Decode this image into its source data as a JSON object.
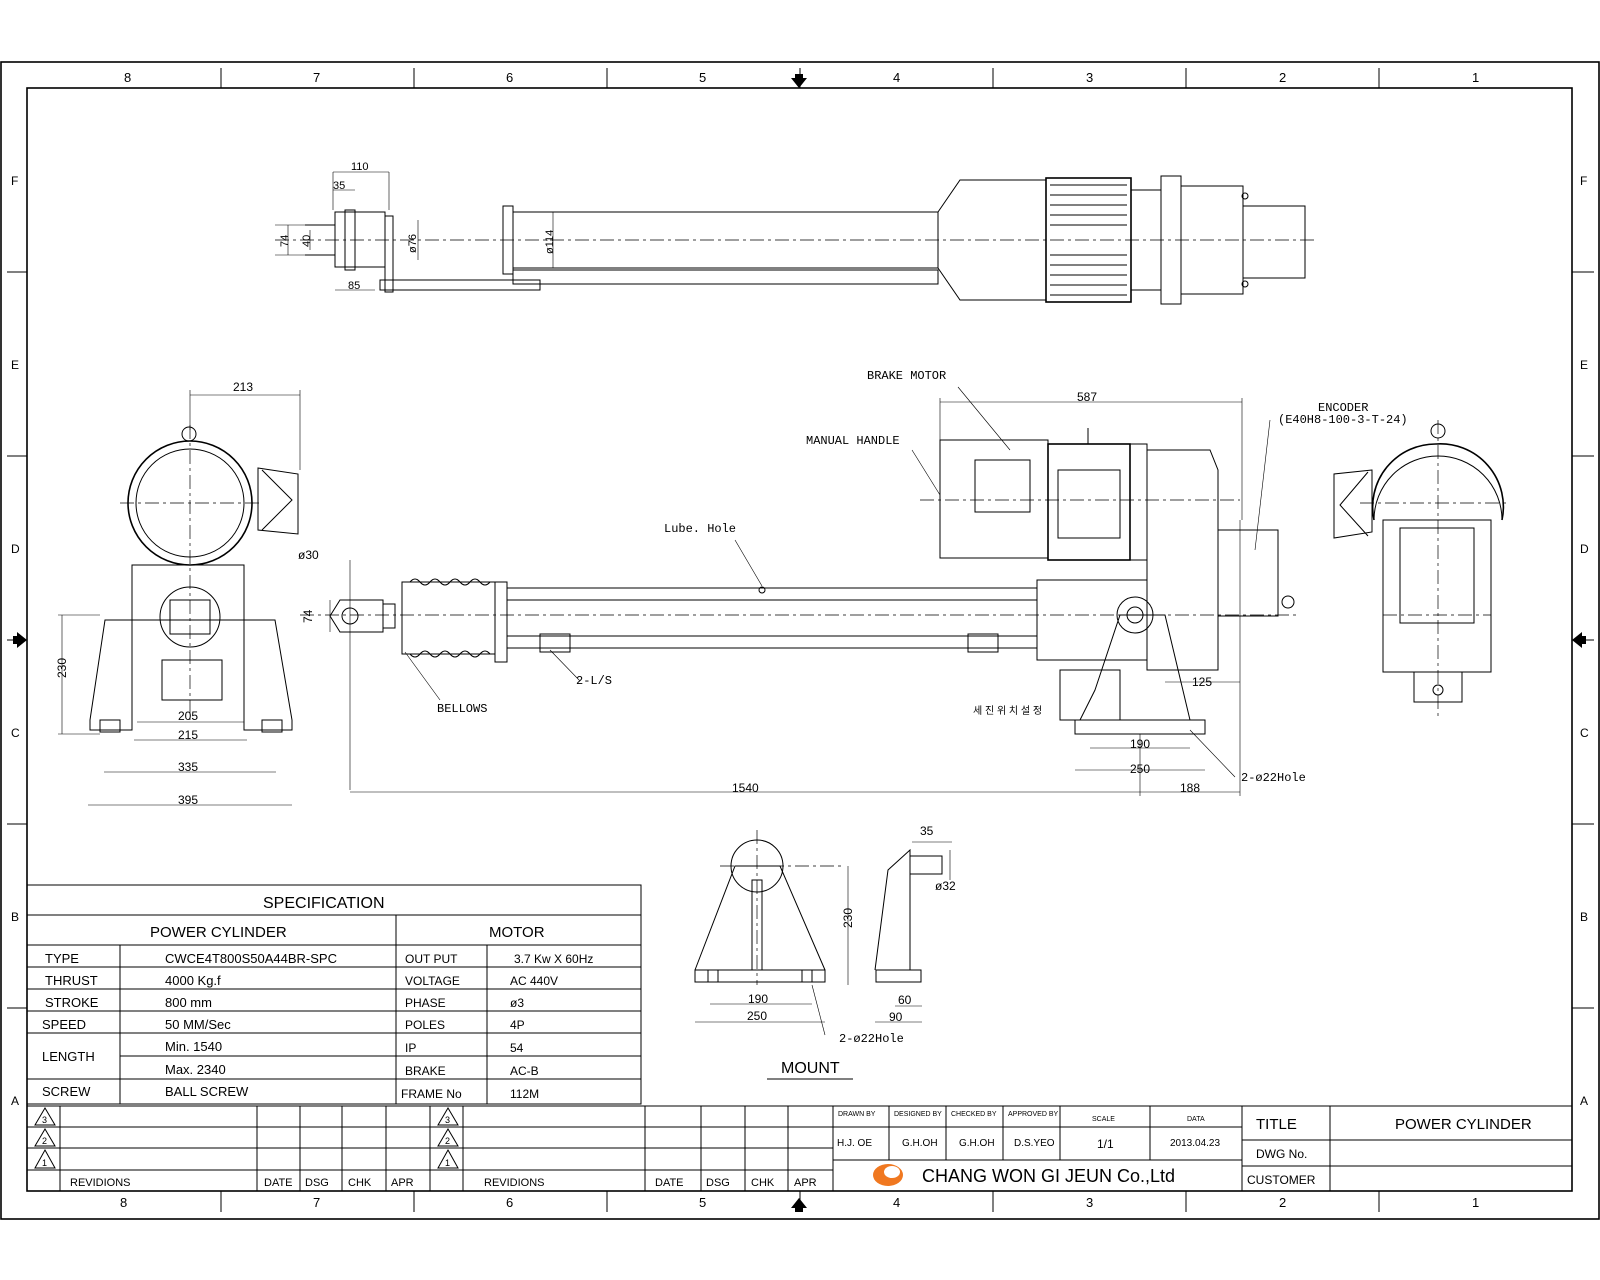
{
  "frame": {
    "columns": [
      "8",
      "7",
      "6",
      "5",
      "4",
      "3",
      "2",
      "1"
    ],
    "rows": [
      "F",
      "E",
      "D",
      "C",
      "B",
      "A"
    ]
  },
  "top_view": {
    "dims": [
      "110",
      "35",
      "74",
      "40",
      "85",
      "ø76",
      "ø114"
    ]
  },
  "front_view": {
    "callouts": {
      "brake_motor": "BRAKE MOTOR",
      "manual_handle": "MANUAL HANDLE",
      "encoder": "ENCODER",
      "encoder_model": "(E40H8-100-3-T-24)",
      "lube_hole": "Lube. Hole",
      "limit_switch": "2-L/S",
      "bellows": "BELLOWS",
      "mount_hole": "2-ø22Hole",
      "korean_note": "세 진 위 치 설 정"
    },
    "dims": {
      "d587": "587",
      "d30": "ø30",
      "d74": "74",
      "d125": "125",
      "d190": "190",
      "d250": "250",
      "d1540": "1540",
      "d188": "188"
    }
  },
  "left_view": {
    "dims": {
      "d213": "213",
      "d230": "230",
      "d205": "205",
      "d215": "215",
      "d335": "335",
      "d395": "395"
    }
  },
  "mount_view": {
    "title": "MOUNT",
    "dims": {
      "d230": "230",
      "d190": "190",
      "d250": "250",
      "d35": "35",
      "d32": "ø32",
      "d60": "60",
      "d90": "90",
      "hole": "2-ø22Hole"
    }
  },
  "spec": {
    "title": "SPECIFICATION",
    "left_header": "POWER CYLINDER",
    "right_header": "MOTOR",
    "rows": [
      {
        "label": "TYPE",
        "value": "CWCE4T800S50A44BR-SPC"
      },
      {
        "label": "THRUST",
        "value": "4000 Kg.f"
      },
      {
        "label": "STROKE",
        "value": "800 mm"
      },
      {
        "label": "SPEED",
        "value": "50 MM/Sec"
      },
      {
        "label": "LENGTH",
        "value": "Min. 1540",
        "value2": "Max. 2340"
      },
      {
        "label": "SCREW",
        "value": "BALL SCREW"
      }
    ],
    "motor_rows": [
      {
        "label": "OUT PUT",
        "value": "3.7 Kw X 60Hz"
      },
      {
        "label": "VOLTAGE",
        "value": "AC 440V"
      },
      {
        "label": "PHASE",
        "value": "ø3"
      },
      {
        "label": "POLES",
        "value": "4P"
      },
      {
        "label": "IP",
        "value": "54"
      },
      {
        "label": "BRAKE",
        "value": "AC-B"
      },
      {
        "label": "FRAME No",
        "value": "112M"
      }
    ]
  },
  "revisions": {
    "marks": [
      "3",
      "2",
      "1"
    ],
    "headers": [
      "REVIDIONS",
      "DATE",
      "DSG",
      "CHK",
      "APR"
    ]
  },
  "title_block": {
    "drawn_label": "DRAWN BY",
    "drawn": "H.J. OE",
    "designed_label": "DESIGNED BY",
    "designed": "G.H.OH",
    "checked_label": "CHECKED BY",
    "checked": "G.H.OH",
    "approved_label": "APPROVED BY",
    "approved": "D.S.YEO",
    "scale_label": "SCALE",
    "scale": "1/1",
    "date_label": "DATA",
    "date": "2013.04.23",
    "company": "CHANG WON GI JEUN Co.,Ltd",
    "title_label": "TITLE",
    "title": "POWER CYLINDER",
    "dwg_label": "DWG No.",
    "dwg": "",
    "customer_label": "CUSTOMER",
    "customer": "",
    "logo_color": "#f07820"
  }
}
